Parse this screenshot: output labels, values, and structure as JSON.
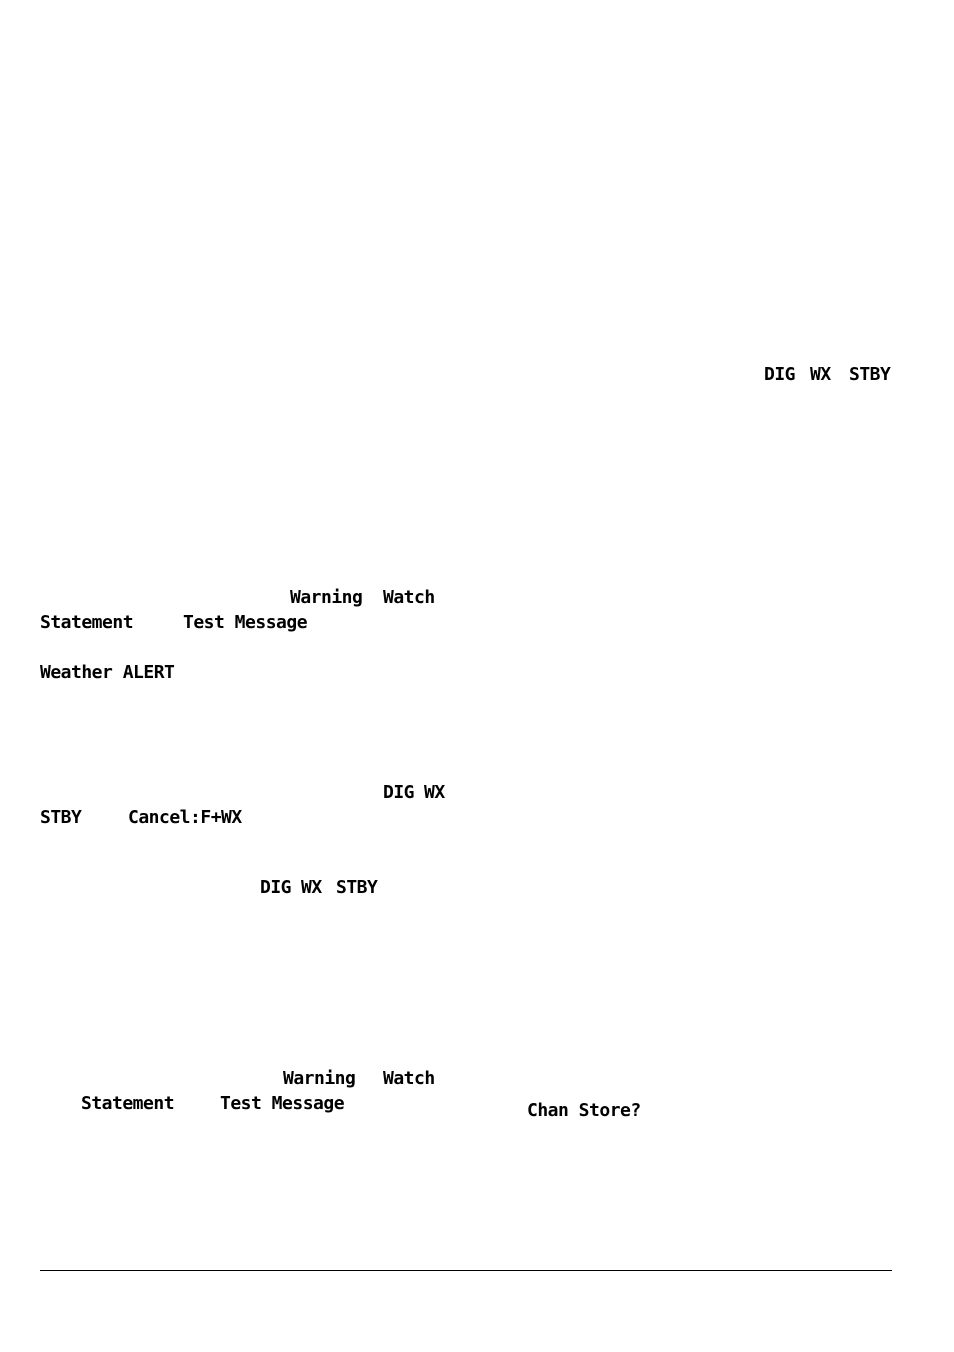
{
  "block1": {
    "dig": "DIG",
    "wx": "WX",
    "stby": "STBY"
  },
  "block2": {
    "warning": "Warning",
    "watch": "Watch",
    "statement": "Statement",
    "test_message": "Test Message",
    "weather_alert": "Weather ALERT"
  },
  "block3": {
    "dig": "DIG",
    "wx": "WX",
    "stby": "STBY",
    "cancel": "Cancel:F+WX"
  },
  "block4": {
    "dig": "DIG",
    "wx": "WX",
    "stby": "STBY"
  },
  "block5": {
    "warning": "Warning",
    "watch": "Watch",
    "statement": "Statement",
    "test_message": "Test Message",
    "chan_store": "Chan Store?"
  }
}
